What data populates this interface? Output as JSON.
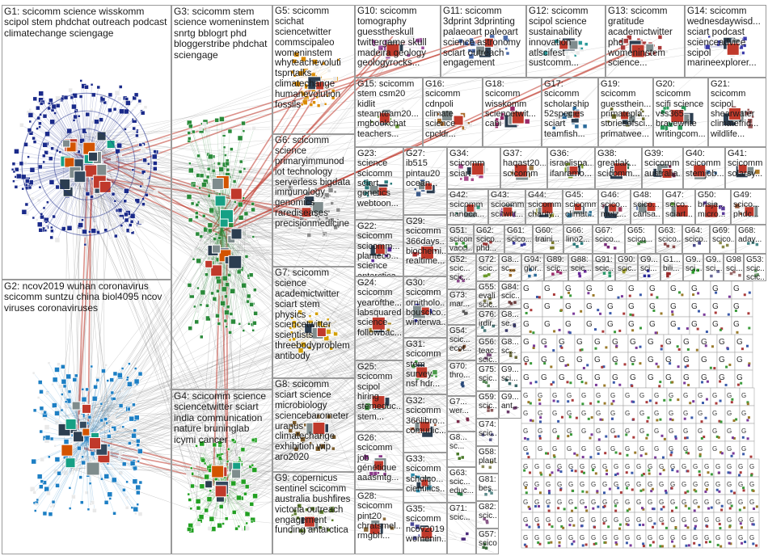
{
  "groups": [
    {
      "id": "G1",
      "title": "G1: scicomm science wisskomm",
      "keywords": "scipol stem phdchat outreach podcast climatechange sciengage",
      "color": "#1a2a8a"
    },
    {
      "id": "G2",
      "title": "G2: ncov2019 wuhan coronavirus",
      "keywords": "scicomm suntzu china biol4095 ncov viruses coronaviruses",
      "color": "#1d7fc4"
    },
    {
      "id": "G3",
      "title": "G3: scicomm stem",
      "keywords": "science womeninstem snrtg bblogrt phd bloggerstribe phdchat sciengage",
      "color": "#2a8a3a"
    },
    {
      "id": "G4",
      "title": "G4: scicomm science",
      "keywords": "sciencetwitter sciart india communication nature bruninglab icymi cancer",
      "color": "#22a022"
    },
    {
      "id": "G5",
      "title": "G5: scicomm",
      "keywords": "scichat sciencetwitter commscipaleo womeninstem whyteachevoluti tspntalks climatechange humanevolution fossils",
      "color": "#d98a00"
    },
    {
      "id": "G6",
      "title": "G6: scicomm science",
      "keywords": "primaryimmunod iot technology serverless bigdata immunology genomics rarediseases precisionmedicine",
      "color": "#8a8a8a"
    },
    {
      "id": "G7",
      "title": "G7: scicomm",
      "keywords": "science academictwitter sciart stem physics sciencetwitter scientists threebodyproblem antibody",
      "color": "#d4a000"
    },
    {
      "id": "G8",
      "title": "G8: scicomm",
      "keywords": "sciart science microbiology sciencebarometer uranus climatechange exhibition wip aro2020",
      "color": "#7a5a2a"
    },
    {
      "id": "G9",
      "title": "G9: copernicus",
      "keywords": "sentinel scicomm australia bushfires victoria outreach engagement funding antarctica",
      "color": "#5a7a2a"
    },
    {
      "id": "G10",
      "title": "G10: scicomm",
      "keywords": "tomography guesstheskull twittergame skull madeira geology geologyrocks...",
      "color": "#9a4a9a"
    },
    {
      "id": "G11",
      "title": "G11: scicomm",
      "keywords": "3dprint 3dprinting palaeoart paleoart science astronomy sciart outreach engagement",
      "color": "#4a6aaa"
    },
    {
      "id": "G12",
      "title": "G12: scicomm",
      "keywords": "scipol science sustainability innovation atlscifest sustcomm...",
      "color": "#2a9a9a"
    },
    {
      "id": "G13",
      "title": "G13: scicomm",
      "keywords": "gratitude academictwitter phd womeninstem science...",
      "color": "#aa3a3a"
    },
    {
      "id": "G14",
      "title": "G14: scicomm",
      "keywords": "wednesdaywisd... sciart podcast scienceadvice scipol marineexplorer...",
      "color": "#3a3aaa"
    },
    {
      "id": "G15",
      "title": "G15: scicomm",
      "keywords": "stem csm20 kidlit steamteam20... mgbookchat teachers...",
      "color": "#6a9a3a"
    },
    {
      "id": "G16",
      "title": "G16:",
      "keywords": "scicomm cdnpoli climate science cpcldr...",
      "color": "#aa6a2a"
    },
    {
      "id": "G17",
      "title": "G17:",
      "keywords": "scicomm scholarship 52species sciart teamfish...",
      "color": "#2a6a9a"
    },
    {
      "id": "G18",
      "title": "G18:",
      "keywords": "scicomm wisskomm sciencetwit... cabi",
      "color": "#9a2a6a"
    },
    {
      "id": "G19",
      "title": "G19:",
      "keywords": "scicomm guessthein... primatepla... storiesofsci... primatwee...",
      "color": "#6a6a2a"
    },
    {
      "id": "G20",
      "title": "G20:",
      "keywords": "scicomm scifi science vss365 bravewrite writingcom...",
      "color": "#2a9a5a"
    },
    {
      "id": "G21",
      "title": "G21:",
      "keywords": "scicomm scipol shearwater climatefrid... wildlife...",
      "color": "#9a5a5a"
    },
    {
      "id": "G22",
      "title": "G22:",
      "keywords": "scicomm scicomm... planteco... science antarctica...",
      "color": "#5a2a9a"
    },
    {
      "id": "G23",
      "title": "G23:",
      "keywords": "science scicomm sciart genetics webtoon...",
      "color": "#2a7a7a"
    },
    {
      "id": "G24",
      "title": "G24:",
      "keywords": "scicomm yearofthe... labsquared science followbac...",
      "color": "#aa8a2a"
    },
    {
      "id": "G25",
      "title": "G25:",
      "keywords": "scicomm scipol hiring stemeduc... stem...",
      "color": "#3a8a3a"
    },
    {
      "id": "G26",
      "title": "G26:",
      "keywords": "scicomm job génétique aaasmtg...",
      "color": "#8a3a8a"
    },
    {
      "id": "G27",
      "title": "G27:",
      "keywords": "ib515 pintau20 ocean...",
      "color": "#3a5a8a"
    },
    {
      "id": "G28",
      "title": "G28:",
      "keywords": "scicomm pint20 chratsmel... rmgbh...",
      "color": "#8a6a3a"
    },
    {
      "id": "G29",
      "title": "G29:",
      "keywords": "scicomm 366days... biochemi... realtime...",
      "color": "#aa2a2a"
    },
    {
      "id": "G30",
      "title": "G30:",
      "keywords": "scicomm ornitholo... bouscico... winterwa...",
      "color": "#2a2aaa"
    },
    {
      "id": "G31",
      "title": "G31:",
      "keywords": "scicomm stem survey nsf hdr...",
      "color": "#4a9a4a"
    },
    {
      "id": "G32",
      "title": "G32:",
      "keywords": "scicomm 366libro... comunic...",
      "color": "#9a4a2a"
    },
    {
      "id": "G33",
      "title": "G33:",
      "keywords": "scicomm scholco... cientifics...",
      "color": "#2a8aaa"
    },
    {
      "id": "G34",
      "title": "G34:",
      "keywords": "scicomm sciart",
      "color": "#aa4a8a"
    },
    {
      "id": "G35",
      "title": "G35:",
      "keywords": "scicomm ncov2019 womenin...",
      "color": "#4a4a9a"
    },
    {
      "id": "G36",
      "title": "G36:",
      "keywords": "israelispa... ifanramo...",
      "color": "#7a9a2a"
    },
    {
      "id": "G37",
      "title": "G37:",
      "keywords": "haqast20... scicomm",
      "color": "#9a7a4a"
    },
    {
      "id": "G38",
      "title": "G38:",
      "keywords": "greatlak... scicomm...",
      "color": "#2a6a4a"
    },
    {
      "id": "G39",
      "title": "G39:",
      "keywords": "scicomm australia...",
      "color": "#6a2a4a"
    },
    {
      "id": "G40",
      "title": "G40:",
      "keywords": "scicomm stemjob...",
      "color": "#4a7aaa"
    },
    {
      "id": "G41",
      "title": "G41:",
      "keywords": "scicomm solarsy...",
      "color": "#aa7a2a"
    },
    {
      "id": "G42",
      "title": "G42:",
      "keywords": "scicomm nanoca...",
      "color": "#3a9a7a"
    },
    {
      "id": "G43",
      "title": "G43:",
      "keywords": "scicomm scitwitt...",
      "color": "#7a3a9a"
    },
    {
      "id": "G44",
      "title": "G44:",
      "keywords": "scicomm charity...",
      "color": "#9a9a3a"
    },
    {
      "id": "G45",
      "title": "G45:",
      "keywords": "scicomm climat...",
      "color": "#3a7a9a"
    },
    {
      "id": "G46",
      "title": "G46:",
      "keywords": "scico... metz...",
      "color": "#9a3a5a"
    },
    {
      "id": "G47",
      "title": "G47:",
      "keywords": "scico... sciart...",
      "color": "#5a9a3a"
    },
    {
      "id": "G48",
      "title": "G48:",
      "keywords": "scico... carlsa...",
      "color": "#3a5a9a"
    },
    {
      "id": "G49",
      "title": "G49:",
      "keywords": "scico... phdc...",
      "color": "#9a5a3a"
    },
    {
      "id": "G50",
      "title": "G50:",
      "keywords": "brisja... micro...",
      "color": "#5a3a9a"
    }
  ],
  "small_groups": [
    {
      "label": "G51:",
      "keywords": "scicomm vacci...",
      "color": "#3a9a3a"
    },
    {
      "label": "G62:",
      "keywords": "scico... phd...",
      "color": "#9a3a3a"
    },
    {
      "label": "G61:",
      "keywords": "scico...",
      "color": "#3a3a9a"
    },
    {
      "label": "G60:",
      "keywords": "traini...",
      "color": "#7a7a2a"
    },
    {
      "label": "G66:",
      "keywords": "lino2...",
      "color": "#2a7a7a"
    },
    {
      "label": "G67:",
      "keywords": "scico...",
      "color": "#7a2a7a"
    },
    {
      "label": "G65:",
      "keywords": "scico...",
      "color": "#4a8a4a"
    },
    {
      "label": "G63:",
      "keywords": "scico...",
      "color": "#8a4a4a"
    },
    {
      "label": "G64:",
      "keywords": "scico...",
      "color": "#4a4a8a"
    },
    {
      "label": "G69:",
      "keywords": "scico...",
      "color": "#8a8a4a"
    },
    {
      "label": "G68:",
      "keywords": "aday...",
      "color": "#4a8a8a"
    },
    {
      "label": "G52:",
      "keywords": "scic... scic...",
      "color": "#8a4a8a"
    },
    {
      "label": "G72:",
      "keywords": "scic...",
      "color": "#6a9a2a"
    },
    {
      "label": "G8...",
      "keywords": "sc...",
      "color": "#9a6a2a"
    },
    {
      "label": "G94:",
      "keywords": "glor...",
      "color": "#2a6a9a"
    },
    {
      "label": "G89:",
      "keywords": "scic...",
      "color": "#9a2a6a"
    },
    {
      "label": "G88:",
      "keywords": "scic...",
      "color": "#6a2a9a"
    },
    {
      "label": "G91:",
      "keywords": "scic...",
      "color": "#2a9a6a"
    },
    {
      "label": "G90:",
      "keywords": "scic...",
      "color": "#9a9a2a"
    },
    {
      "label": "G9...",
      "keywords": "sci...",
      "color": "#2a2a9a"
    },
    {
      "label": "G1...",
      "keywords": "bili...",
      "color": "#9a2a2a"
    },
    {
      "label": "G9...",
      "keywords": "sci...",
      "color": "#2a9a2a"
    },
    {
      "label": "G9...",
      "keywords": "sci...",
      "color": "#6a6a9a"
    },
    {
      "label": "G98:",
      "keywords": "sci...",
      "color": "#9a6a6a"
    },
    {
      "label": "G53:",
      "keywords": "scic... scic...",
      "color": "#6a9a6a"
    },
    {
      "label": "G73:",
      "keywords": "mar...",
      "color": "#5a5a5a"
    },
    {
      "label": "G54:",
      "keywords": "scic... ecot...",
      "color": "#7a4a2a"
    },
    {
      "label": "G70:",
      "keywords": "thro...",
      "color": "#2a4a7a"
    },
    {
      "label": "G7...",
      "keywords": "wer...",
      "color": "#7a2a4a"
    },
    {
      "label": "G8...",
      "keywords": "sc...",
      "color": "#4a7a2a"
    },
    {
      "label": "G63:",
      "keywords": "scic... educ...",
      "color": "#2a7a4a"
    },
    {
      "label": "G71:",
      "keywords": "scic...",
      "color": "#4a2a7a"
    },
    {
      "label": "G55:",
      "keywords": "evali scic...",
      "color": "#7a7a4a"
    },
    {
      "label": "G76:",
      "keywords": "irdir...",
      "color": "#4a7a7a"
    },
    {
      "label": "G56:",
      "keywords": "teac... scic...",
      "color": "#7a4a7a"
    },
    {
      "label": "G75:",
      "keywords": "scic...",
      "color": "#5a8a5a"
    },
    {
      "label": "G59:",
      "keywords": "scic...",
      "color": "#8a5a5a"
    },
    {
      "label": "G74:",
      "keywords": "scic...",
      "color": "#5a5a8a"
    },
    {
      "label": "G58:",
      "keywords": "plant...",
      "color": "#8a8a5a"
    },
    {
      "label": "G81:",
      "keywords": "bes...",
      "color": "#5a8a8a"
    },
    {
      "label": "G82:",
      "keywords": "scic...",
      "color": "#8a5a8a"
    },
    {
      "label": "G57:",
      "keywords": "scico...",
      "color": "#3a6a3a"
    },
    {
      "label": "G84:",
      "keywords": "scic...",
      "color": "#6a3a3a"
    },
    {
      "label": "G8...",
      "keywords": "se...",
      "color": "#3a3a6a"
    },
    {
      "label": "G8...",
      "keywords": "sc...",
      "color": "#6a6a3a"
    },
    {
      "label": "G9...",
      "keywords": "sci...",
      "color": "#3a6a6a"
    },
    {
      "label": "G9...",
      "keywords": "ant...",
      "color": "#6a3a6a"
    }
  ]
}
